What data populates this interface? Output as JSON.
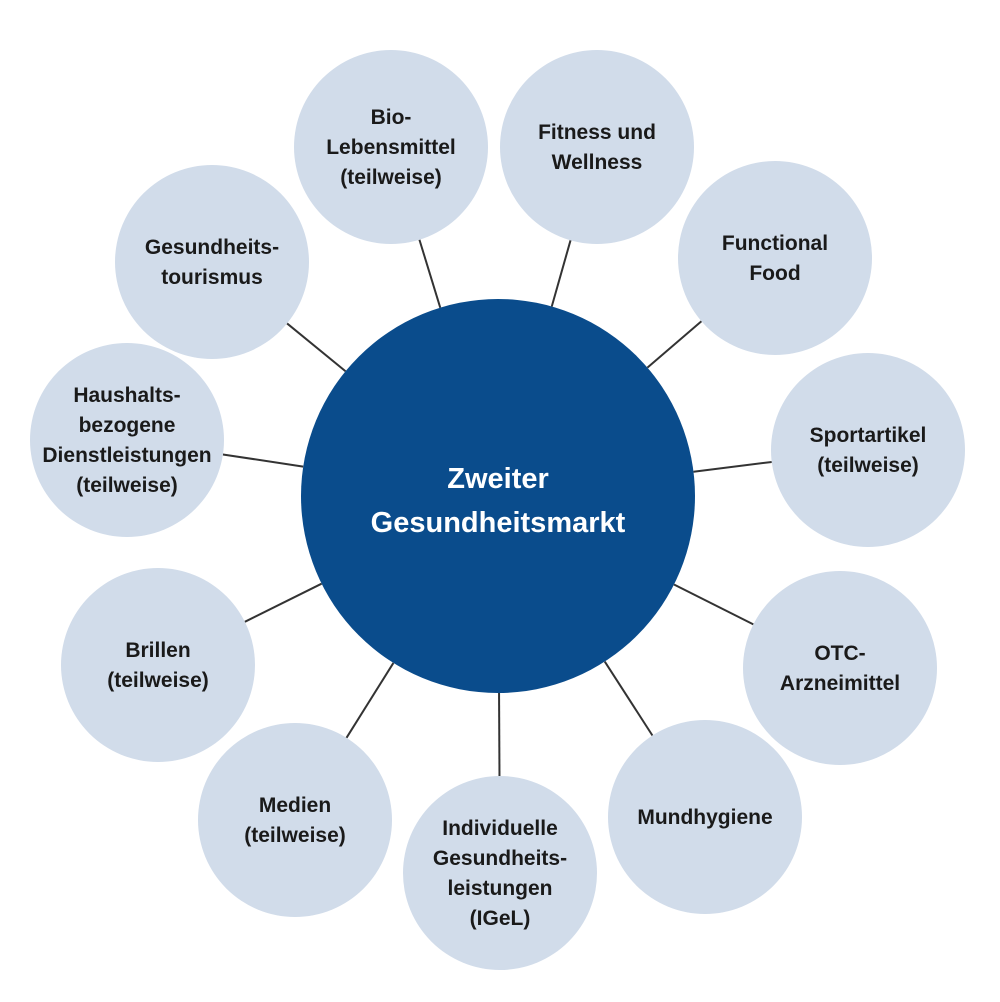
{
  "center": {
    "lines": [
      "Zweiter",
      "Gesundheitsmarkt"
    ]
  },
  "colors": {
    "center": "#0a4c8c",
    "satellite": "#d1dcea",
    "line": "#333333"
  },
  "nodes": [
    {
      "id": "bio-lebensmittel",
      "lines": [
        "Bio-",
        "Lebensmittel",
        "(teilweise)"
      ]
    },
    {
      "id": "fitness-wellness",
      "lines": [
        "Fitness und",
        "Wellness"
      ]
    },
    {
      "id": "functional-food",
      "lines": [
        "Functional",
        "Food"
      ]
    },
    {
      "id": "sportartikel",
      "lines": [
        "Sportartikel",
        "(teilweise)"
      ]
    },
    {
      "id": "otc-arzneimittel",
      "lines": [
        "OTC-",
        "Arzneimittel"
      ]
    },
    {
      "id": "mundhygiene",
      "lines": [
        "Mundhygiene"
      ]
    },
    {
      "id": "igel",
      "lines": [
        "Individuelle",
        "Gesundheits-",
        "leistungen",
        "(IGeL)"
      ]
    },
    {
      "id": "medien",
      "lines": [
        "Medien",
        "(teilweise)"
      ]
    },
    {
      "id": "brillen",
      "lines": [
        "Brillen",
        "(teilweise)"
      ]
    },
    {
      "id": "haushaltsbezogene-dienstleistungen",
      "lines": [
        "Haushalts-",
        "bezogene",
        "Dienstleistungen",
        "(teilweise)"
      ]
    },
    {
      "id": "gesundheitstourismus",
      "lines": [
        "Gesundheits-",
        "tourismus"
      ]
    }
  ]
}
